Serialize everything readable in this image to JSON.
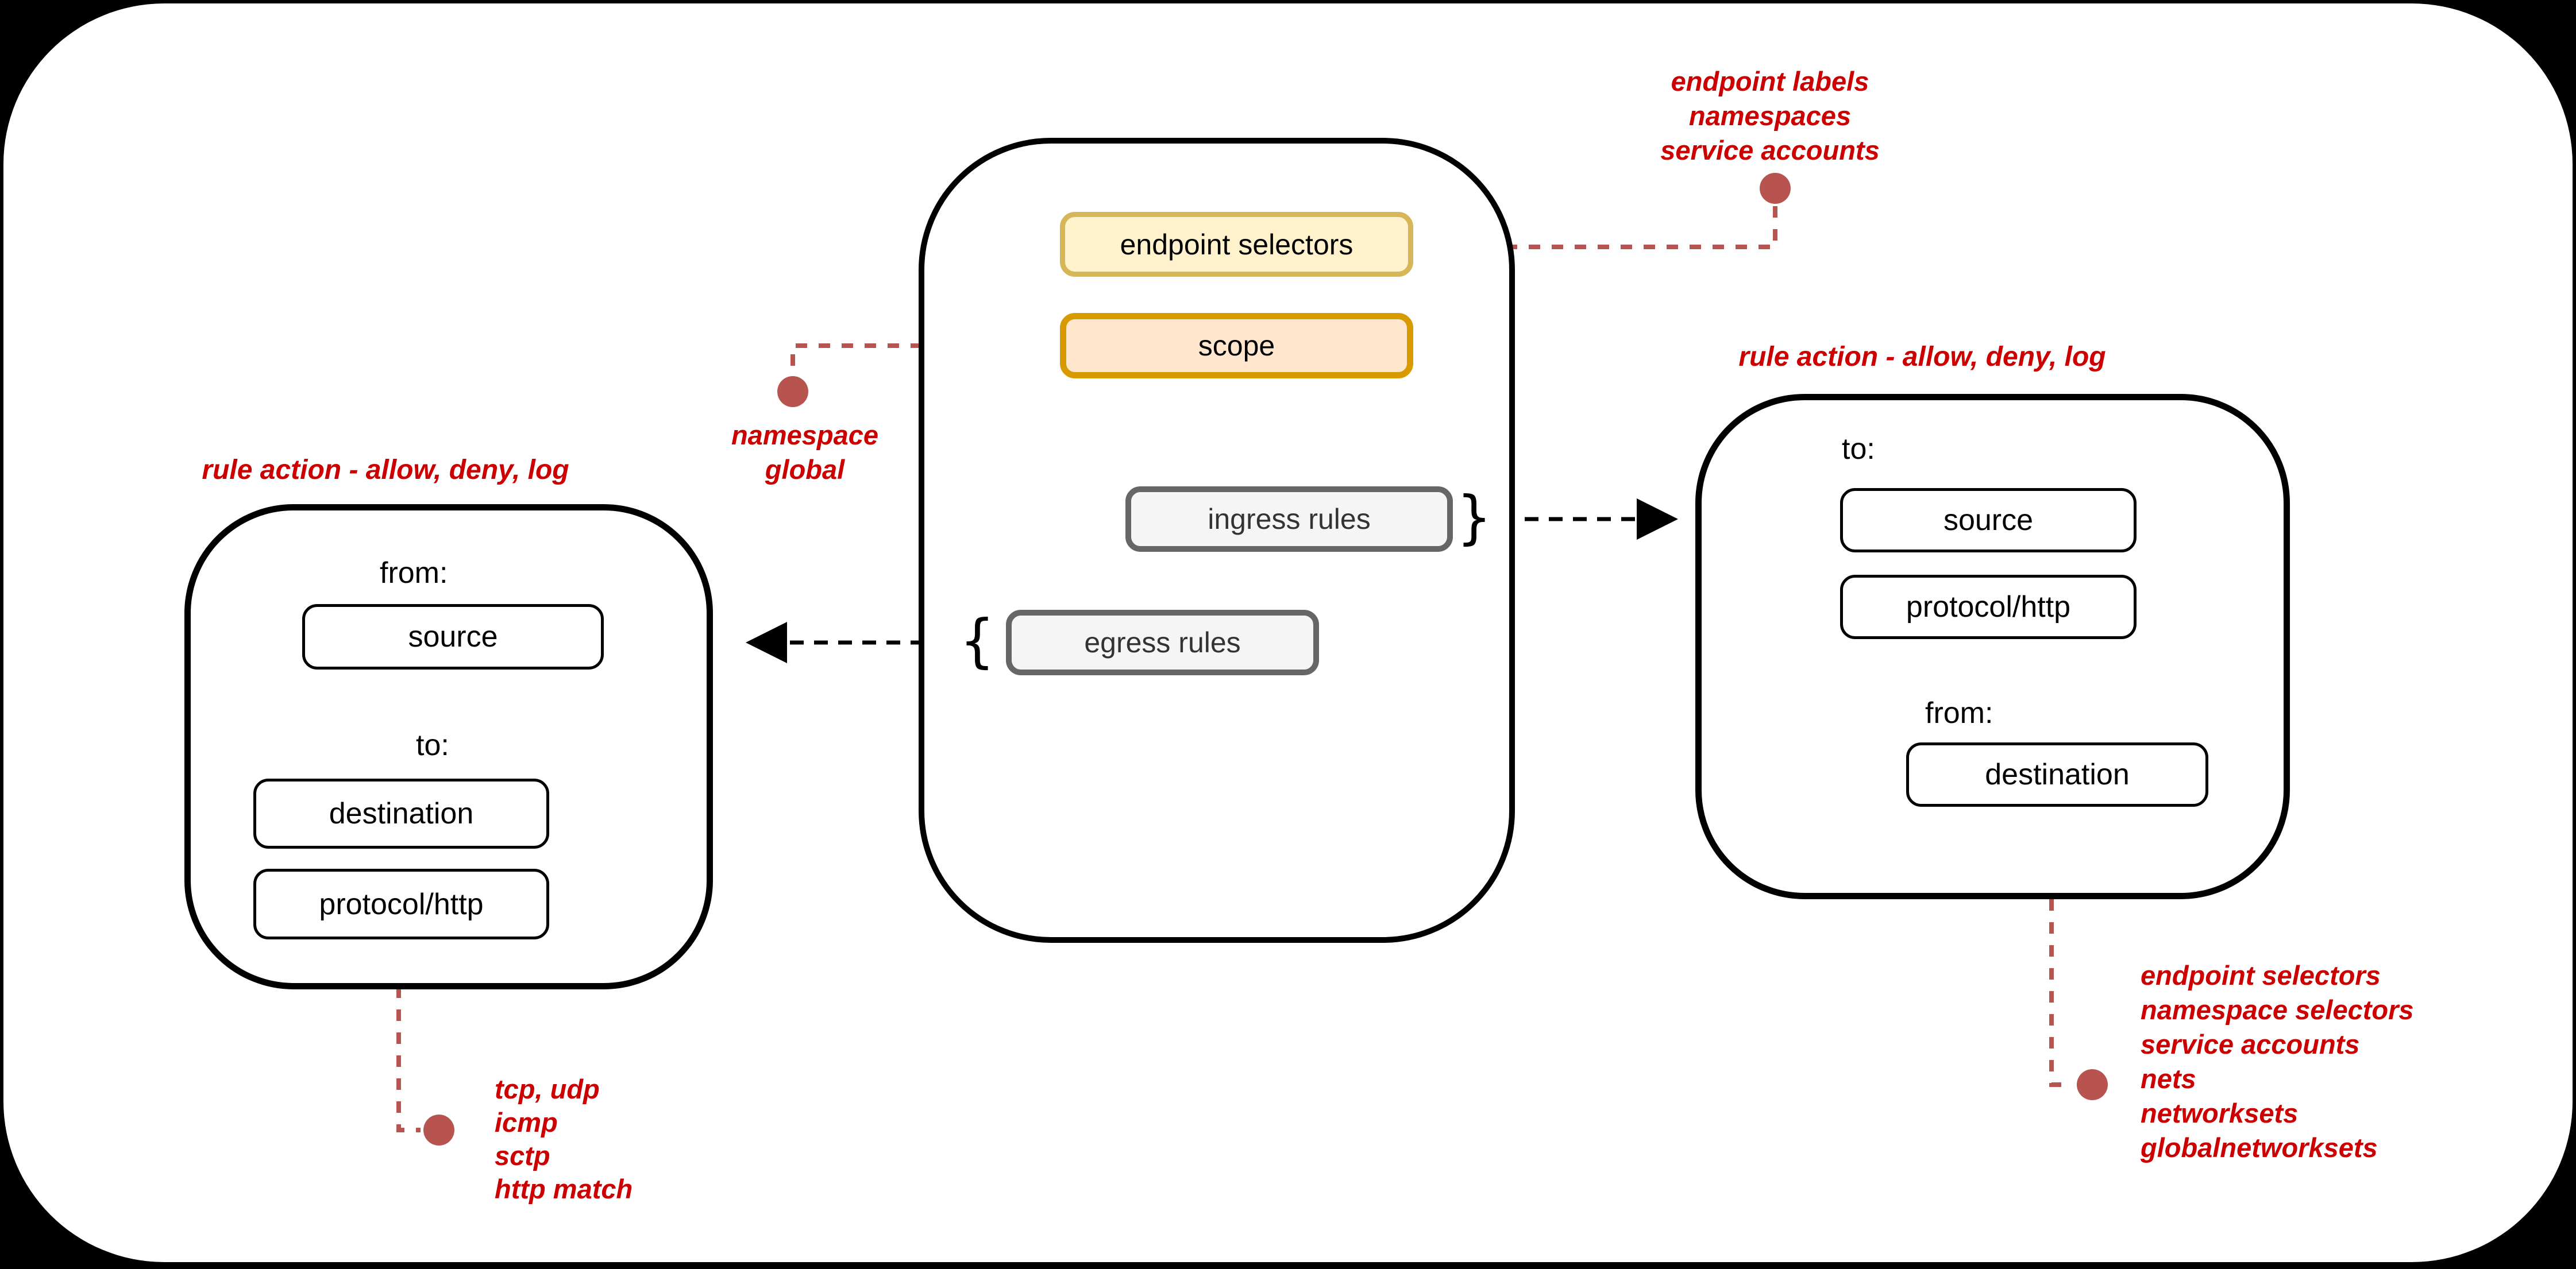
{
  "policy_container": {
    "endpoint_selectors_label": "endpoint selectors",
    "scope_label": "scope",
    "ingress_rules_label": "ingress rules",
    "egress_rules_label": "egress rules",
    "ingress_brace": "}",
    "egress_brace": "{"
  },
  "left_rule_card": {
    "title": "rule action - allow, deny, log",
    "from_label": "from:",
    "source_label": "source",
    "to_label": "to:",
    "destination_label": "destination",
    "protocol_label": "protocol/http"
  },
  "right_rule_card": {
    "title": "rule action - allow, deny, log",
    "to_label": "to:",
    "source_label": "source",
    "protocol_label": "protocol/http",
    "from_label": "from:",
    "destination_label": "destination"
  },
  "annotations": {
    "endpoint_selector_values": [
      "endpoint labels",
      "namespaces",
      "service accounts"
    ],
    "scope_values": [
      "namespace",
      "global"
    ],
    "protocol_values": [
      "tcp, udp",
      "icmp",
      "sctp",
      "http match"
    ],
    "destination_values": [
      "endpoint selectors",
      "namespace selectors",
      "service accounts",
      "nets",
      "networksets",
      "globalnetworksets"
    ]
  },
  "colors": {
    "annotation_red": "#cc0000",
    "connector_red": "#b85450",
    "endpoint_selectors_fill": "#fff2cc",
    "endpoint_selectors_stroke": "#d6b656",
    "scope_fill": "#ffe6cc",
    "scope_stroke": "#d79b00",
    "rules_fill": "#f5f5f5",
    "rules_stroke": "#666666",
    "frame_bg": "#000000",
    "canvas_bg": "#ffffff"
  }
}
